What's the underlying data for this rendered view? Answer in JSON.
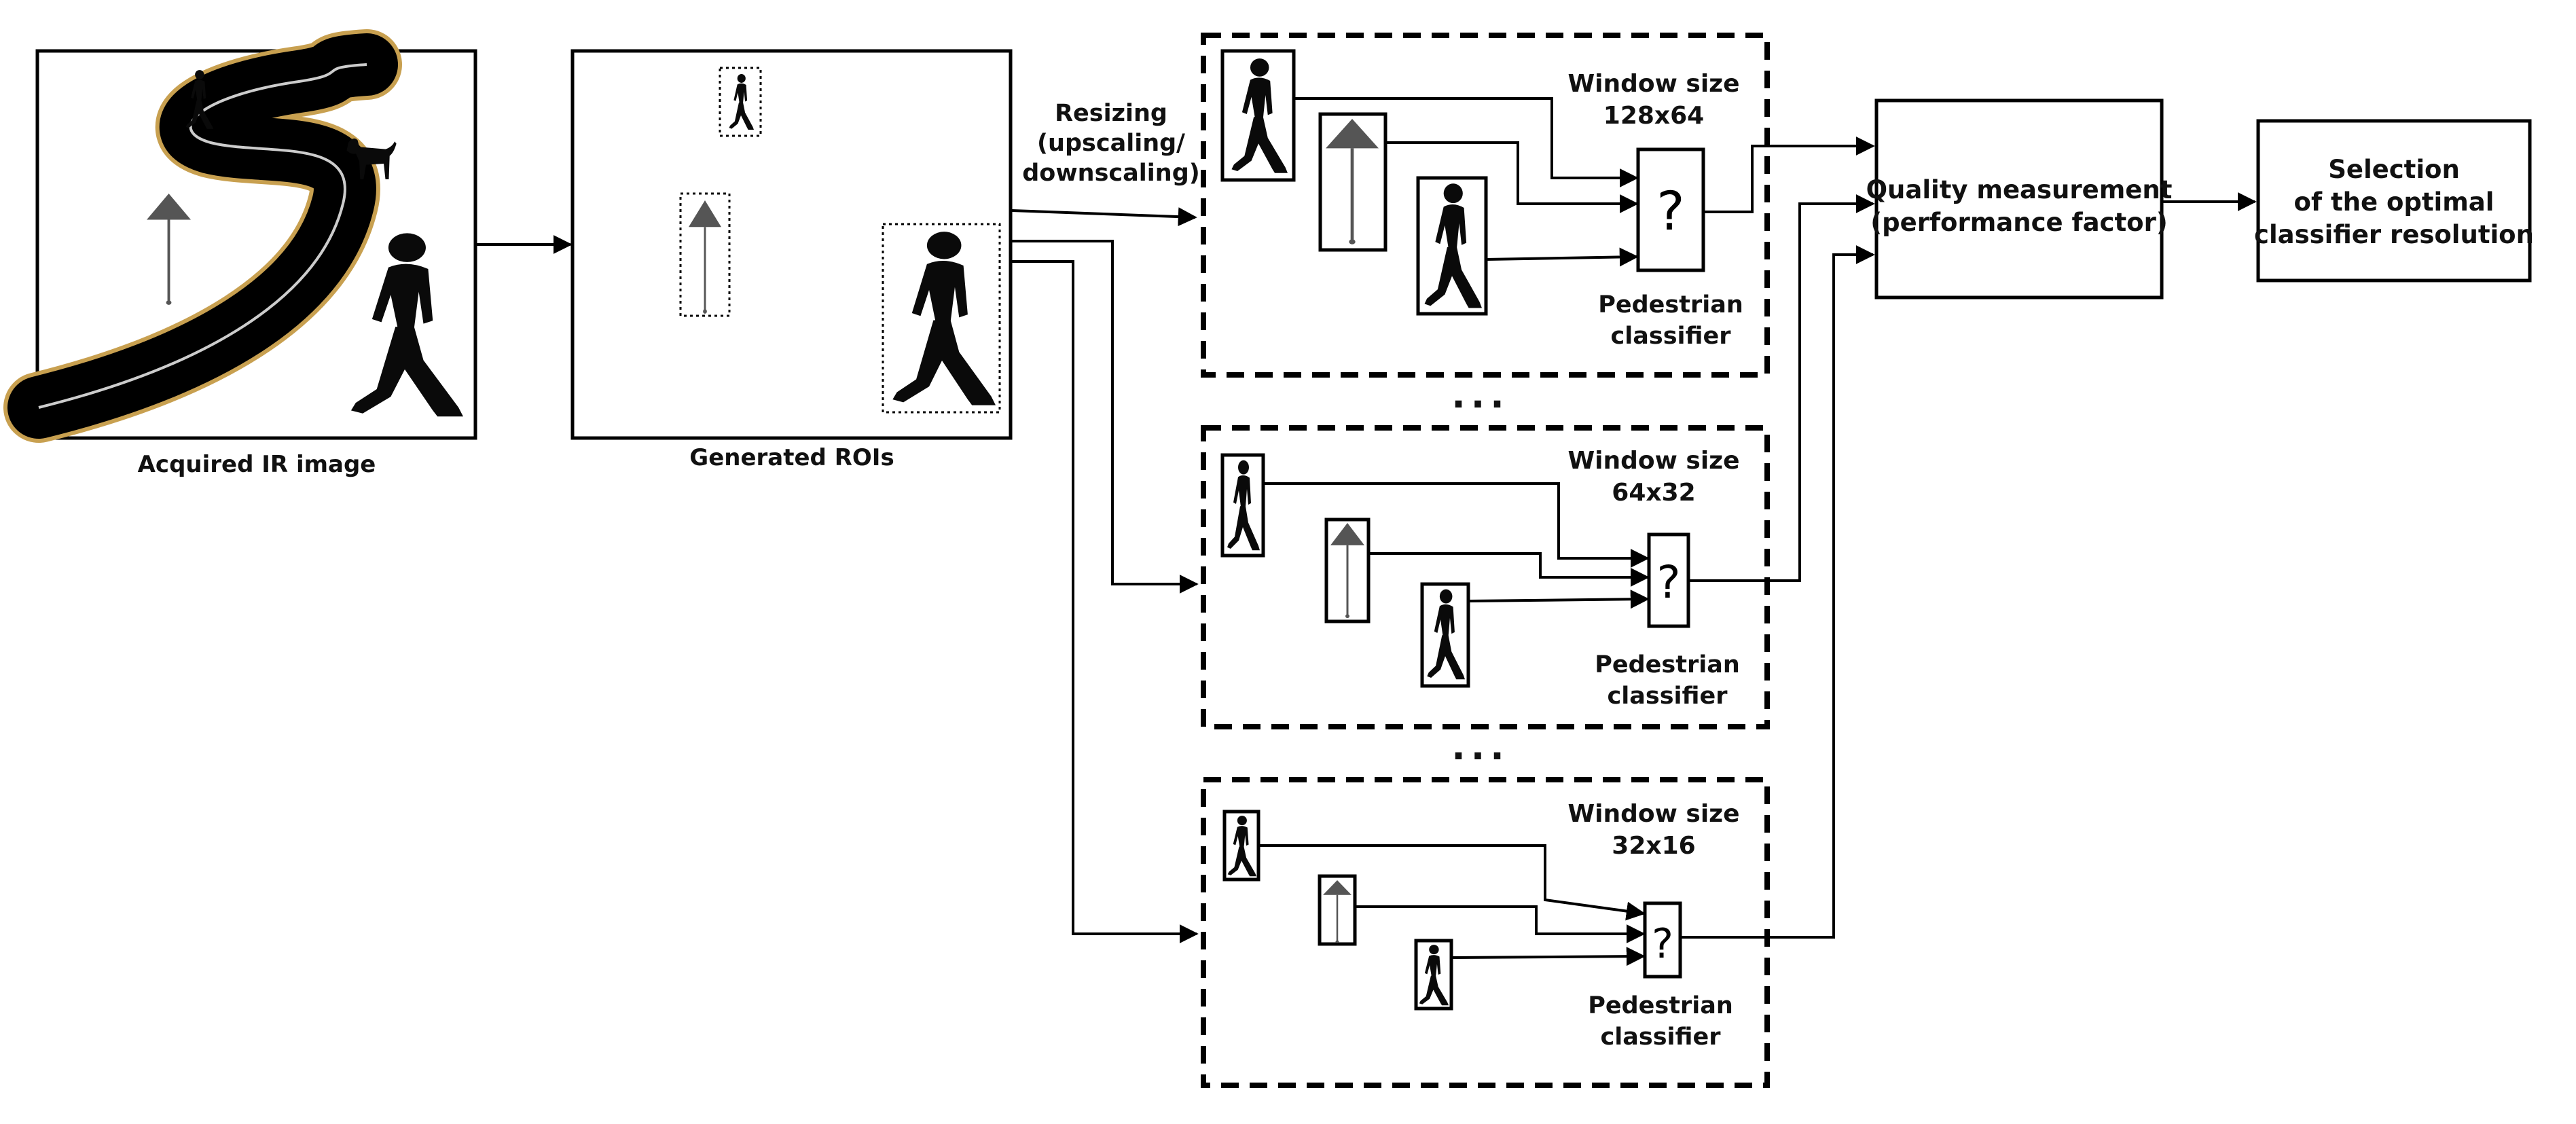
{
  "input": {
    "caption": "Acquired IR image"
  },
  "rois": {
    "caption": "Generated ROIs"
  },
  "resize": {
    "line1": "Resizing",
    "line2": "(upscaling/",
    "line3": "downscaling)"
  },
  "branches": [
    {
      "window_line1": "Window size",
      "window_line2": "128x64",
      "classifier_line1": "Pedestrian",
      "classifier_line2": "classifier",
      "symbol": "?"
    },
    {
      "window_line1": "Window size",
      "window_line2": "64x32",
      "classifier_line1": "Pedestrian",
      "classifier_line2": "classifier",
      "symbol": "?"
    },
    {
      "window_line1": "Window size",
      "window_line2": "32x16",
      "classifier_line1": "Pedestrian",
      "classifier_line2": "classifier",
      "symbol": "?"
    }
  ],
  "quality": {
    "line1": "Quality measurement",
    "line2": "(performance factor)"
  },
  "selection": {
    "line1": "Selection",
    "line2": "of the optimal",
    "line3": "classifier resolution"
  },
  "ellipsis": "...",
  "colors": {
    "stroke": "#000000",
    "road": "#000000",
    "road_edge": "#c8a050",
    "sign": "#555555"
  }
}
